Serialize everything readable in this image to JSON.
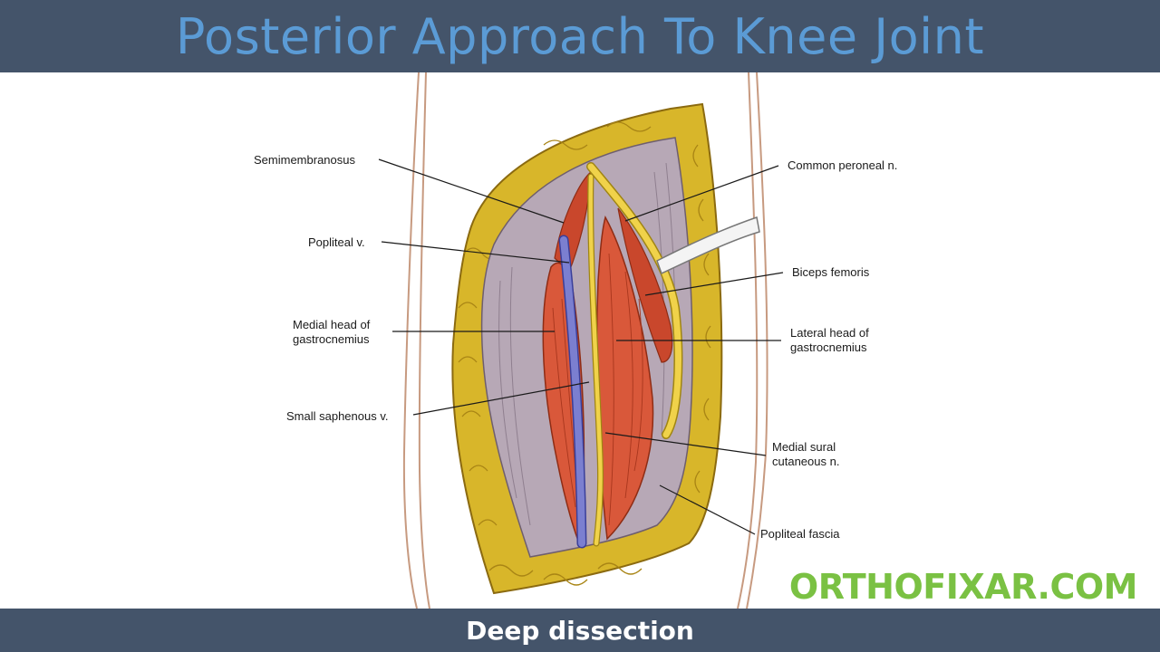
{
  "header": {
    "title": "Posterior Approach To Knee Joint"
  },
  "footer": {
    "caption": "Deep dissection"
  },
  "watermark": {
    "text": "ORTHOFIXAR.COM"
  },
  "labels": {
    "semimembranosus": "Semimembranosus",
    "popliteal_v": "Popliteal v.",
    "medial_head_1": "Medial head of",
    "medial_head_2": "gastrocnemius",
    "small_saphenous": "Small saphenous v.",
    "common_peroneal": "Common peroneal n.",
    "biceps_femoris": "Biceps femoris",
    "lateral_head_1": "Lateral head of",
    "lateral_head_2": "gastrocnemius",
    "medial_sural_1": "Medial sural",
    "medial_sural_2": "cutaneous n.",
    "popliteal_fascia": "Popliteal fascia"
  },
  "colors": {
    "header_bg": "#44546a",
    "title_text": "#5b9bd5",
    "watermark_text": "#7ac143",
    "fat": "#d8b62a",
    "muscle": "#d9583a",
    "fascia": "#b7a8b6",
    "vein": "#7b7fd0",
    "nerve": "#f0d24a"
  }
}
